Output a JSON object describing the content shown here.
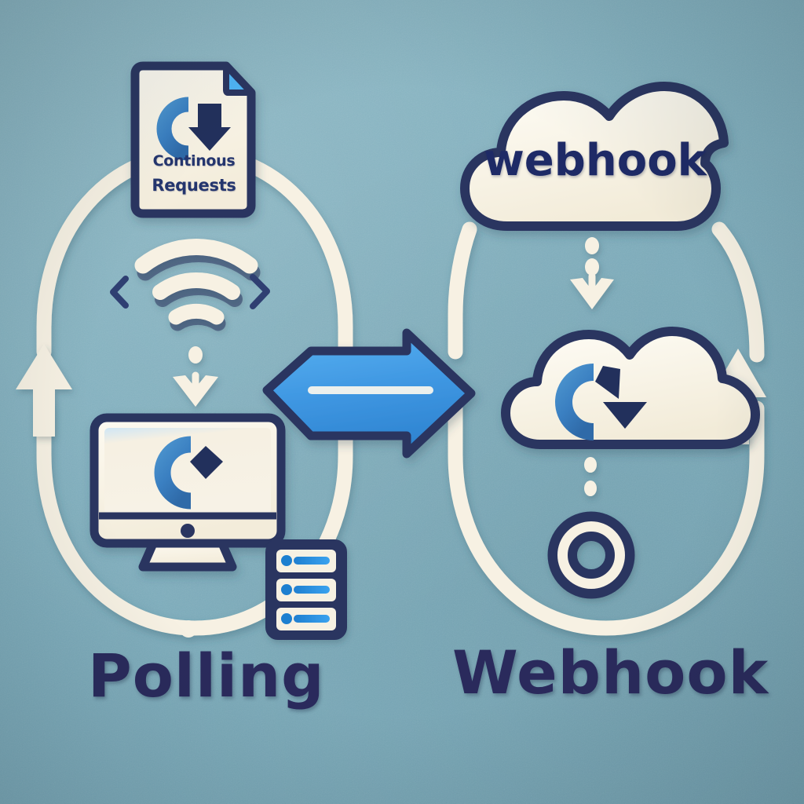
{
  "image": {
    "kind": "concept-diagram",
    "title_left": "Polling",
    "title_right": "Webhook",
    "background_color": "#7eadbc"
  },
  "palette": {
    "background": "#7eadbc",
    "cream": "#f7f1e3",
    "navy": "#2a3560",
    "deep_navy": "#222a55",
    "caption_navy": "#2a2a5c",
    "accent_blue": "#3a8fdd",
    "mid_blue": "#3a7fc1",
    "light_blue": "#57b0f0"
  },
  "left_panel": {
    "name": "polling",
    "caption": "Polling",
    "loop": {
      "name": "polling-cycle-loop",
      "color": "#f7f1e3",
      "direction": "counter-clockwise"
    },
    "document_card": {
      "name": "continuous-requests-document",
      "line1": "Continous",
      "line2": "Requests",
      "icon": "refresh-sync-icon",
      "corner": "folded-corner"
    },
    "wifi": {
      "name": "wifi-signal-icon",
      "arcs": 3,
      "dot": true,
      "left_chevron": "‹",
      "right_chevron": "›"
    },
    "down_arrow": {
      "name": "dotted-down-arrow",
      "dots": 1
    },
    "monitor": {
      "name": "desktop-monitor-icon",
      "screen_icon": "refresh-sync-icon"
    },
    "server": {
      "name": "server-rack-icon",
      "bays": 3
    },
    "loop_arrow": {
      "name": "loop-up-arrow-left",
      "direction": "up"
    }
  },
  "center": {
    "arrow": {
      "name": "transition-arrow-right",
      "direction": "right",
      "color": "#3a8fdd"
    }
  },
  "right_panel": {
    "name": "webhook",
    "caption": "Webhook",
    "loop": {
      "name": "webhook-cycle-loop",
      "color": "#f7f1e3",
      "direction": "clockwise"
    },
    "cloud_label": {
      "name": "webhook-cloud",
      "text": "webhook"
    },
    "down_arrow_top": {
      "name": "dotted-down-arrow-top",
      "dots": 2
    },
    "cloud_sync": {
      "name": "cloud-sync-icon",
      "inner_icon": "refresh-sync-icon"
    },
    "down_arrow_bottom": {
      "name": "dotted-down-arrow-bottom",
      "dots": 2
    },
    "target_ring": {
      "name": "target-ring-icon",
      "rings": 2
    },
    "loop_arrow": {
      "name": "loop-up-arrow-right",
      "direction": "up"
    }
  }
}
